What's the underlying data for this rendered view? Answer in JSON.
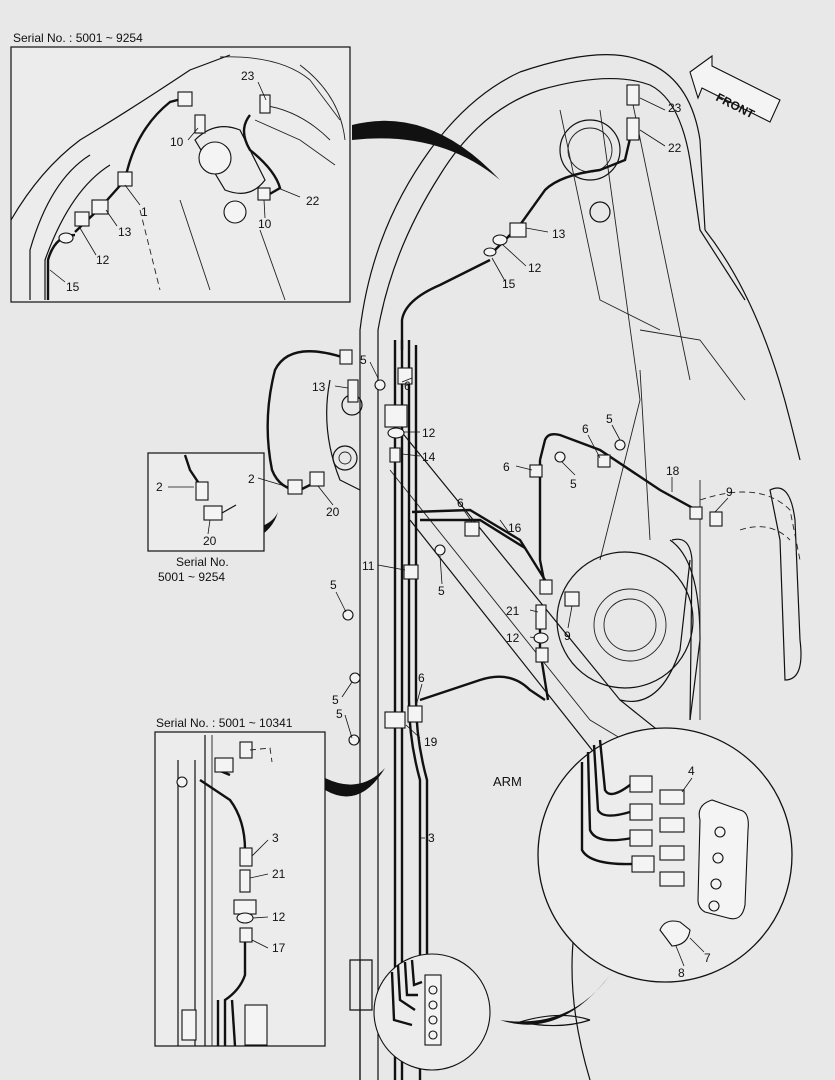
{
  "captions": {
    "top_inset": "Serial No. : 5001 ~ 9254",
    "mid_inset_line1": "Serial No.",
    "mid_inset_line2": "5001 ~ 9254",
    "bottom_inset": "Serial No. : 5001 ~ 10341",
    "front_arrow": "FRONT",
    "arm": "ARM"
  },
  "part_labels": {
    "top_inset": [
      "23",
      "10",
      "1",
      "13",
      "12",
      "15",
      "22",
      "10"
    ],
    "main": [
      "23",
      "22",
      "13",
      "12",
      "15",
      "5",
      "6",
      "13",
      "12",
      "14",
      "2",
      "20",
      "5",
      "6",
      "6",
      "5",
      "18",
      "9",
      "6",
      "16",
      "11",
      "5",
      "5",
      "21",
      "9",
      "12",
      "5",
      "6",
      "5",
      "19",
      "3",
      "4",
      "7",
      "8"
    ],
    "mid_inset": [
      "2",
      "20"
    ],
    "bottom_inset": [
      "3",
      "21",
      "12",
      "17"
    ]
  }
}
